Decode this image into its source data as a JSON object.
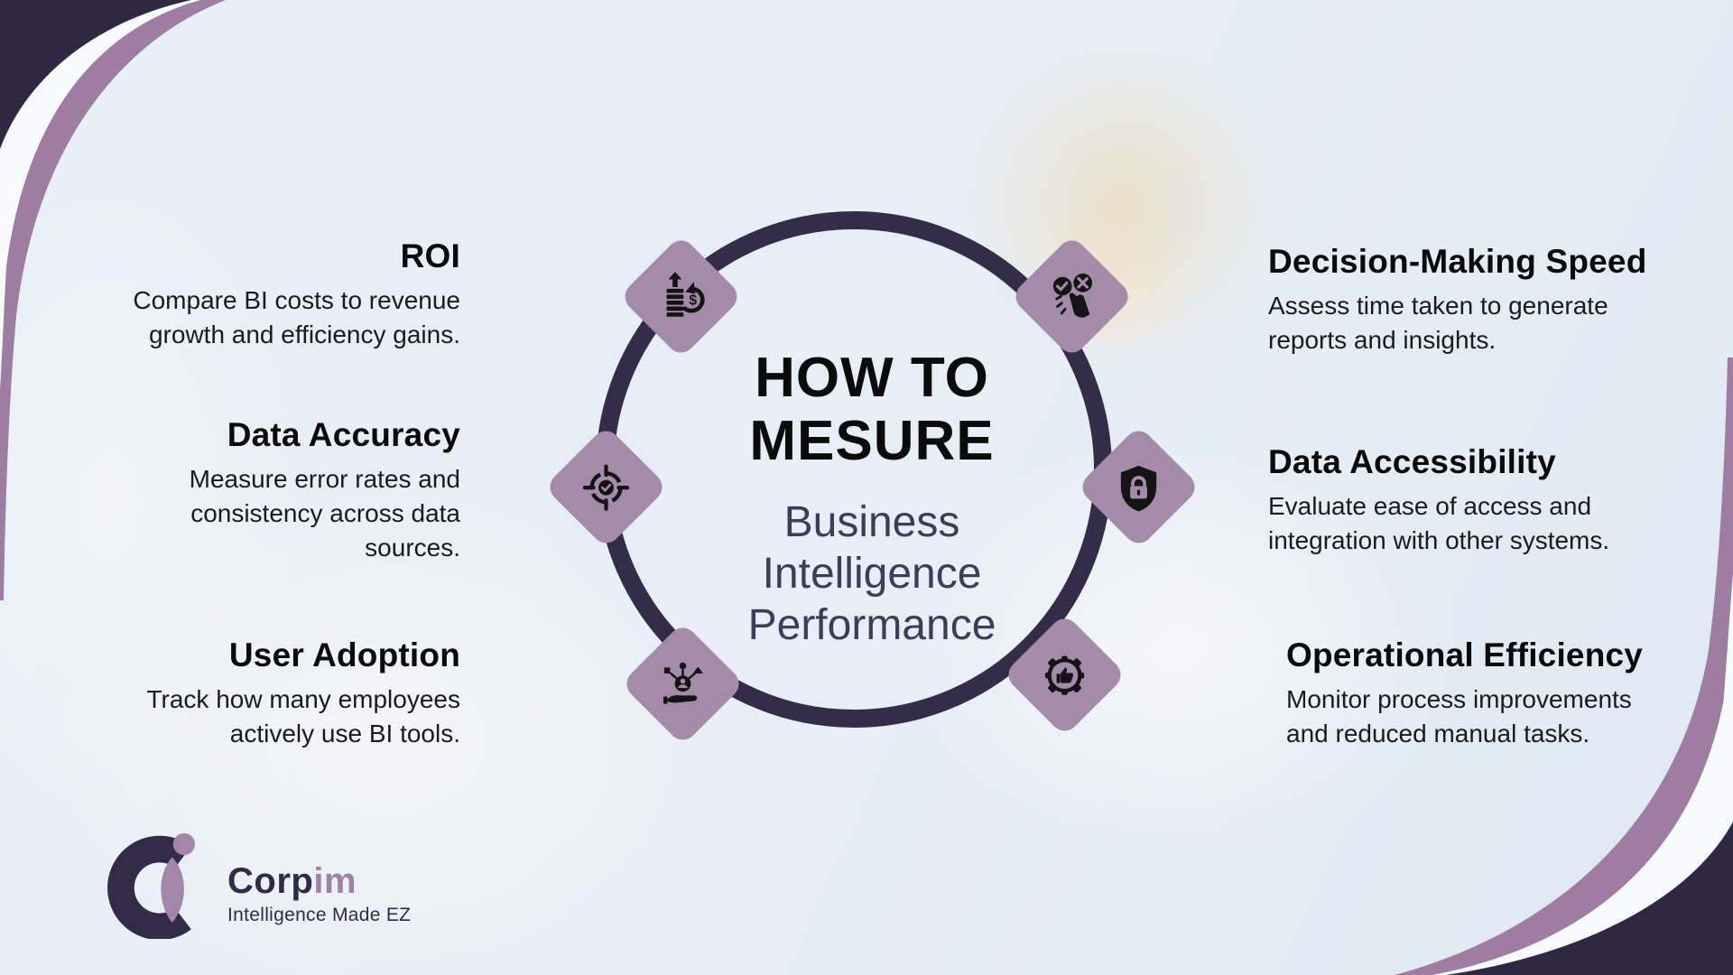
{
  "center": {
    "title_line1": "HOW TO",
    "title_line2": "MESURE",
    "subtitle": "Business Intelligence Performance"
  },
  "items": [
    {
      "id": "roi",
      "side": "left",
      "icon": "coins-growth-dollar-icon",
      "heading": "ROI",
      "body": "Compare BI costs to revenue growth and efficiency gains."
    },
    {
      "id": "data-accuracy",
      "side": "left",
      "icon": "target-check-icon",
      "heading": "Data Accuracy",
      "body": "Measure error rates and consistency across data sources."
    },
    {
      "id": "user-adoption",
      "side": "left",
      "icon": "hand-user-network-icon",
      "heading": "User Adoption",
      "body": "Track how many employees actively use BI tools."
    },
    {
      "id": "decision-making-speed",
      "side": "right",
      "icon": "choice-check-cross-icon",
      "heading": "Decision-Making Speed",
      "body": "Assess time taken to generate reports and insights."
    },
    {
      "id": "data-accessibility",
      "side": "right",
      "icon": "shield-lock-icon",
      "heading": "Data Accessibility",
      "body": "Evaluate ease of access and integration with other systems."
    },
    {
      "id": "operational-efficiency",
      "side": "right",
      "icon": "gear-thumbs-up-icon",
      "heading": "Operational Efficiency",
      "body": "Monitor process improvements and reduced manual tasks."
    }
  ],
  "logo": {
    "brand_bold": "Corp",
    "brand_accent": "im",
    "tagline": "Intelligence Made EZ"
  },
  "colors": {
    "background": "#e9eff6",
    "ring_dark": "#332d49",
    "diamond_mauve": "#a48baa",
    "heading_text": "#0a0a0a",
    "body_text": "#1b1b1d",
    "subtitle_text": "#3e3c57",
    "logo_navy": "#322b48",
    "logo_mauve": "#a083a4"
  }
}
